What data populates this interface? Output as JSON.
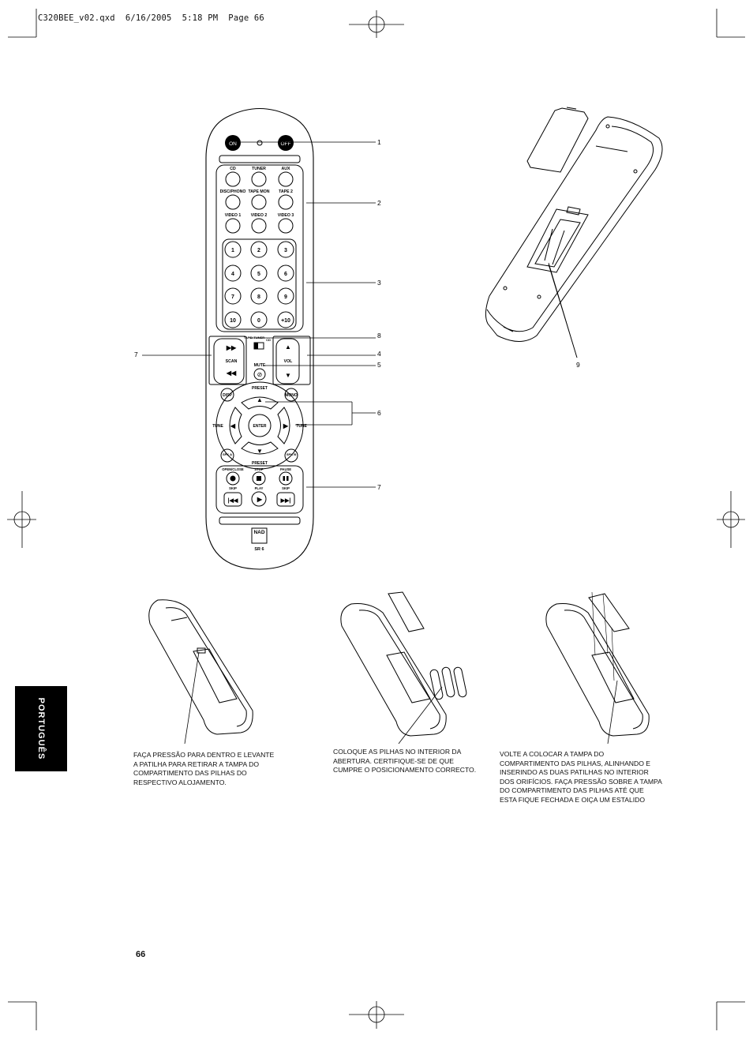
{
  "slug": "C320BEE_v02.qxd  6/16/2005  5:18 PM  Page 66",
  "page_number": "66",
  "side_tab": "PORTUGUÊS",
  "callouts": [
    "1",
    "2",
    "3",
    "8",
    "4",
    "5",
    "6",
    "7",
    "7",
    "9"
  ],
  "remote": {
    "power": [
      "ON",
      "OFF"
    ],
    "source_labels": [
      "CD",
      "TUNER",
      "AUX",
      "DISC/PHONO",
      "TAPE MON",
      "TAPE 2",
      "VIDEO 1",
      "VIDEO 2",
      "VIDEO 3"
    ],
    "digits": [
      "1",
      "2",
      "3",
      "4",
      "5",
      "6",
      "7",
      "8",
      "9",
      "10",
      "0",
      "+10"
    ],
    "tape_tuner": "TAPE/ TUNER",
    "cd_small": "CD",
    "scan": "SCAN",
    "vol": "VOL",
    "mute": "MUTE",
    "disp": "DISP",
    "mono": "MONO",
    "preset_top": "PRESET",
    "preset_bottom": "PRESET",
    "tune_left": "TUNE",
    "tune_right": "TUNE",
    "enter": "ENTER",
    "spk_a": "SPK A",
    "spk_b": "SPK B",
    "transport_labels": [
      "OPEN/CLOSE",
      "STOP",
      "PAUSE",
      "SKIP",
      "PLAY",
      "SKIP"
    ],
    "brand": "NAD",
    "model": "SR 6"
  },
  "captions": [
    "FAÇA PRESSÃO PARA DENTRO E LEVANTE A PATILHA PARA RETIRAR A TAMPA DO COMPARTIMENTO DAS PILHAS DO RESPECTIVO ALOJAMENTO.",
    "COLOQUE AS PILHAS NO INTERIOR DA ABERTURA. CERTIFIQUE-SE DE QUE CUMPRE O POSICIONAMENTO CORRECTO.",
    "VOLTE A COLOCAR A TAMPA DO COMPARTIMENTO DAS PILHAS, ALINHANDO E INSERINDO AS DUAS PATILHAS NO INTERIOR DOS ORIFÍCIOS. FAÇA PRESSÃO SOBRE A TAMPA DO COMPARTIMENTO DAS PILHAS ATÉ QUE ESTA FIQUE FECHADA E OIÇA UM ESTALIDO"
  ]
}
